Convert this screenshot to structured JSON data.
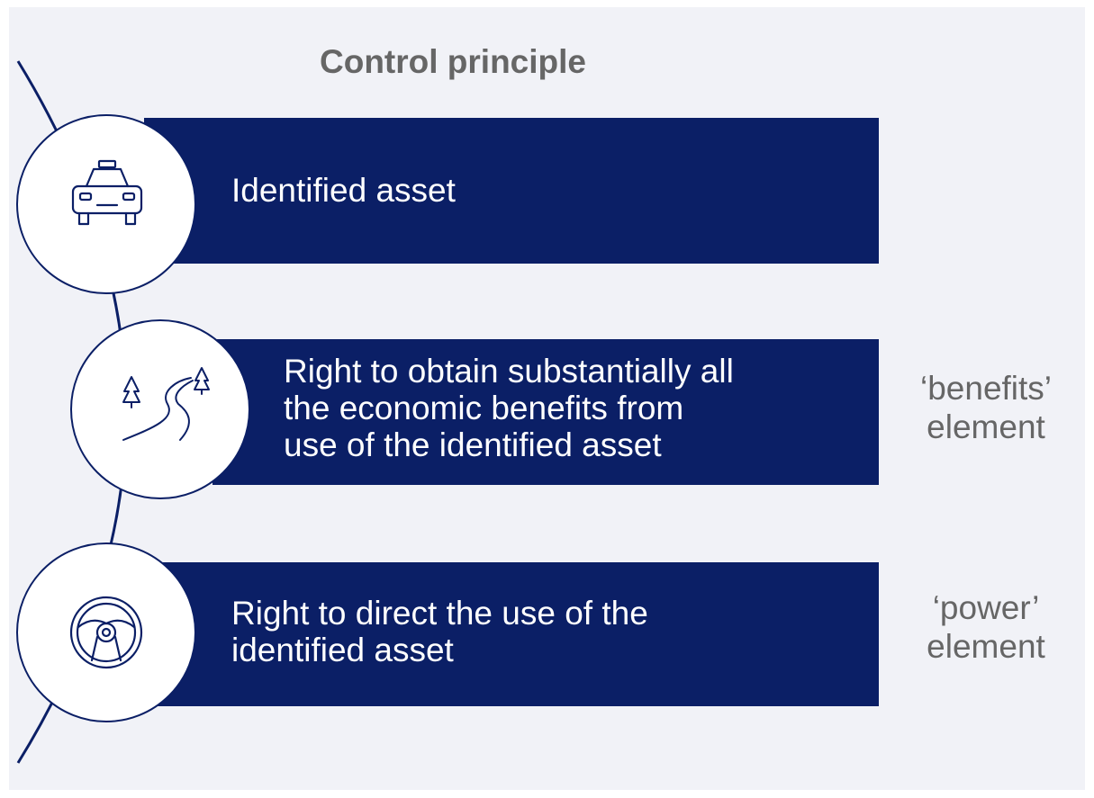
{
  "title": "Control principle",
  "colors": {
    "box": "#0b1f66",
    "background": "#f1f2f7",
    "muted_text": "#666666"
  },
  "steps": [
    {
      "icon": "car-icon",
      "lines": [
        "Identified asset"
      ]
    },
    {
      "icon": "winding-road-icon",
      "lines": [
        "Right to obtain substantially all",
        "the economic benefits from",
        "use of the identified asset"
      ]
    },
    {
      "icon": "steering-wheel-icon",
      "lines": [
        "Right to direct the use of the",
        "identified asset"
      ]
    }
  ],
  "side_labels": [
    {
      "lines": [
        "‘benefits’",
        "element"
      ]
    },
    {
      "lines": [
        "‘power’",
        "element"
      ]
    }
  ]
}
